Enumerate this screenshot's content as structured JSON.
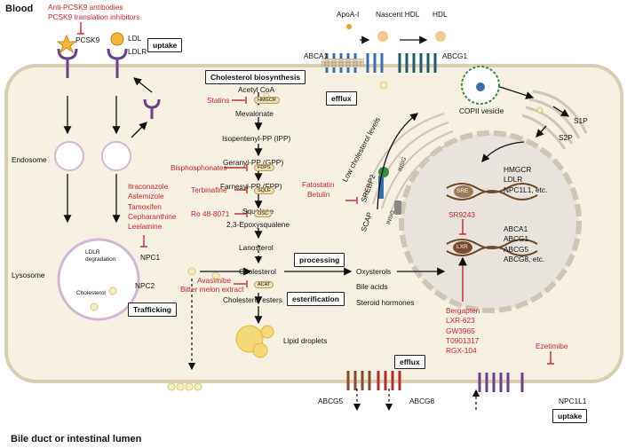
{
  "compartments": {
    "blood": "Blood",
    "bile": "Bile duct or intestinal lumen",
    "endosome": "Endosome",
    "lysosome": "Lysosome"
  },
  "blood_inhibitors": [
    "Anti-PCSK9 antibodies",
    "PCSK9 translation inhibitors"
  ],
  "receptors": {
    "pcsk9": "PCSK9",
    "ldl": "LDL",
    "ldlr": "LDLR"
  },
  "boxes": {
    "uptake_top": "uptake",
    "biosynthesis": "Cholesterol biosynthesis",
    "efflux_top": "efflux",
    "processing": "processing",
    "esterification": "esterification",
    "trafficking": "Trafficking",
    "efflux_bottom": "efflux",
    "uptake_bottom": "uptake"
  },
  "hdl": {
    "apoa": "ApoA-I",
    "nascent": "Nascent HDL",
    "hdl": "HDL",
    "abca1": "ABCA1",
    "abcg1": "ABCG1"
  },
  "lysosome": {
    "ldlr_degradation": "LDLR degradation",
    "cholesterol": "Cholesterol",
    "npc1": "NPC1",
    "npc2": "NPC2"
  },
  "npc1_inhibitors": [
    "Itraconazole",
    "Astemizole",
    "Tamoxifen",
    "Cepharanthine",
    "Leelamine"
  ],
  "pathway": {
    "acetyl_coa": "Acetyl CoA",
    "mevalonate": "Mevalonate",
    "ipp": "Isopentenyl-PP (IPP)",
    "gpp": "Geranyl-PP (GPP)",
    "fpp": "Farnesyl-PP (FPP)",
    "squalene": "Squalene",
    "epoxysqualene": "2,3-Epoxysqualene",
    "lanosterol": "Lanosterol",
    "cholesterol": "Cholesterol",
    "cholesterol_esters": "Cholesterol esters",
    "lipid_droplets": "Lipid droplets",
    "oxysterols": "Oxysterols",
    "bile_acids": "Bile acids",
    "steroid_hormones": "Steroid hormones"
  },
  "enzymes": {
    "hmgcr": "HMGCR",
    "fdps": "FDPS",
    "sqle": "SQLE",
    "osc": "OSC",
    "acat": "ACAT"
  },
  "drugs": {
    "statins": "Statins",
    "bisphosphonates": "Bisphosphonates",
    "terbinafine": "Terbinafine",
    "ro": "Ro 48-8071",
    "avasimibe": "Avasimibe",
    "bitter_melon": "Bitter melon extract",
    "fatostatin": "Fatostatin",
    "betulin": "Betulin",
    "sr9243": "SR9243",
    "ezetimibe": "Ezetimibe"
  },
  "srebp": {
    "low_chol": "Low cholesterol levels",
    "srebp2": "SREBP2",
    "scap": "SCAP",
    "insig": "INSIG",
    "copii": "COPII vesicle",
    "s1p": "S1P",
    "s2p": "S2P",
    "sre": "SRE",
    "sre_targets": [
      "HMGCR",
      "LDLR",
      "NPC1L1, etc."
    ]
  },
  "lxr": {
    "lxr": "LXR",
    "targets": [
      "ABCA1",
      "ABCG1",
      "ABCG5",
      "ABCG8, etc."
    ],
    "agonists": [
      "Bergapten",
      "LXR-623",
      "GW3965",
      "T0901317",
      "RGX-104"
    ]
  },
  "transporters": {
    "abcg5": "ABCG5",
    "abcg8": "ABCG8",
    "npc1l1": "NPC1L1"
  },
  "colors": {
    "cell_fill": "#f6f0e3",
    "cell_stroke": "#d9cdb2",
    "nucleus": "#e8e3dc",
    "inhibitor": "#c3272b",
    "lipid": "#f3d97a"
  }
}
